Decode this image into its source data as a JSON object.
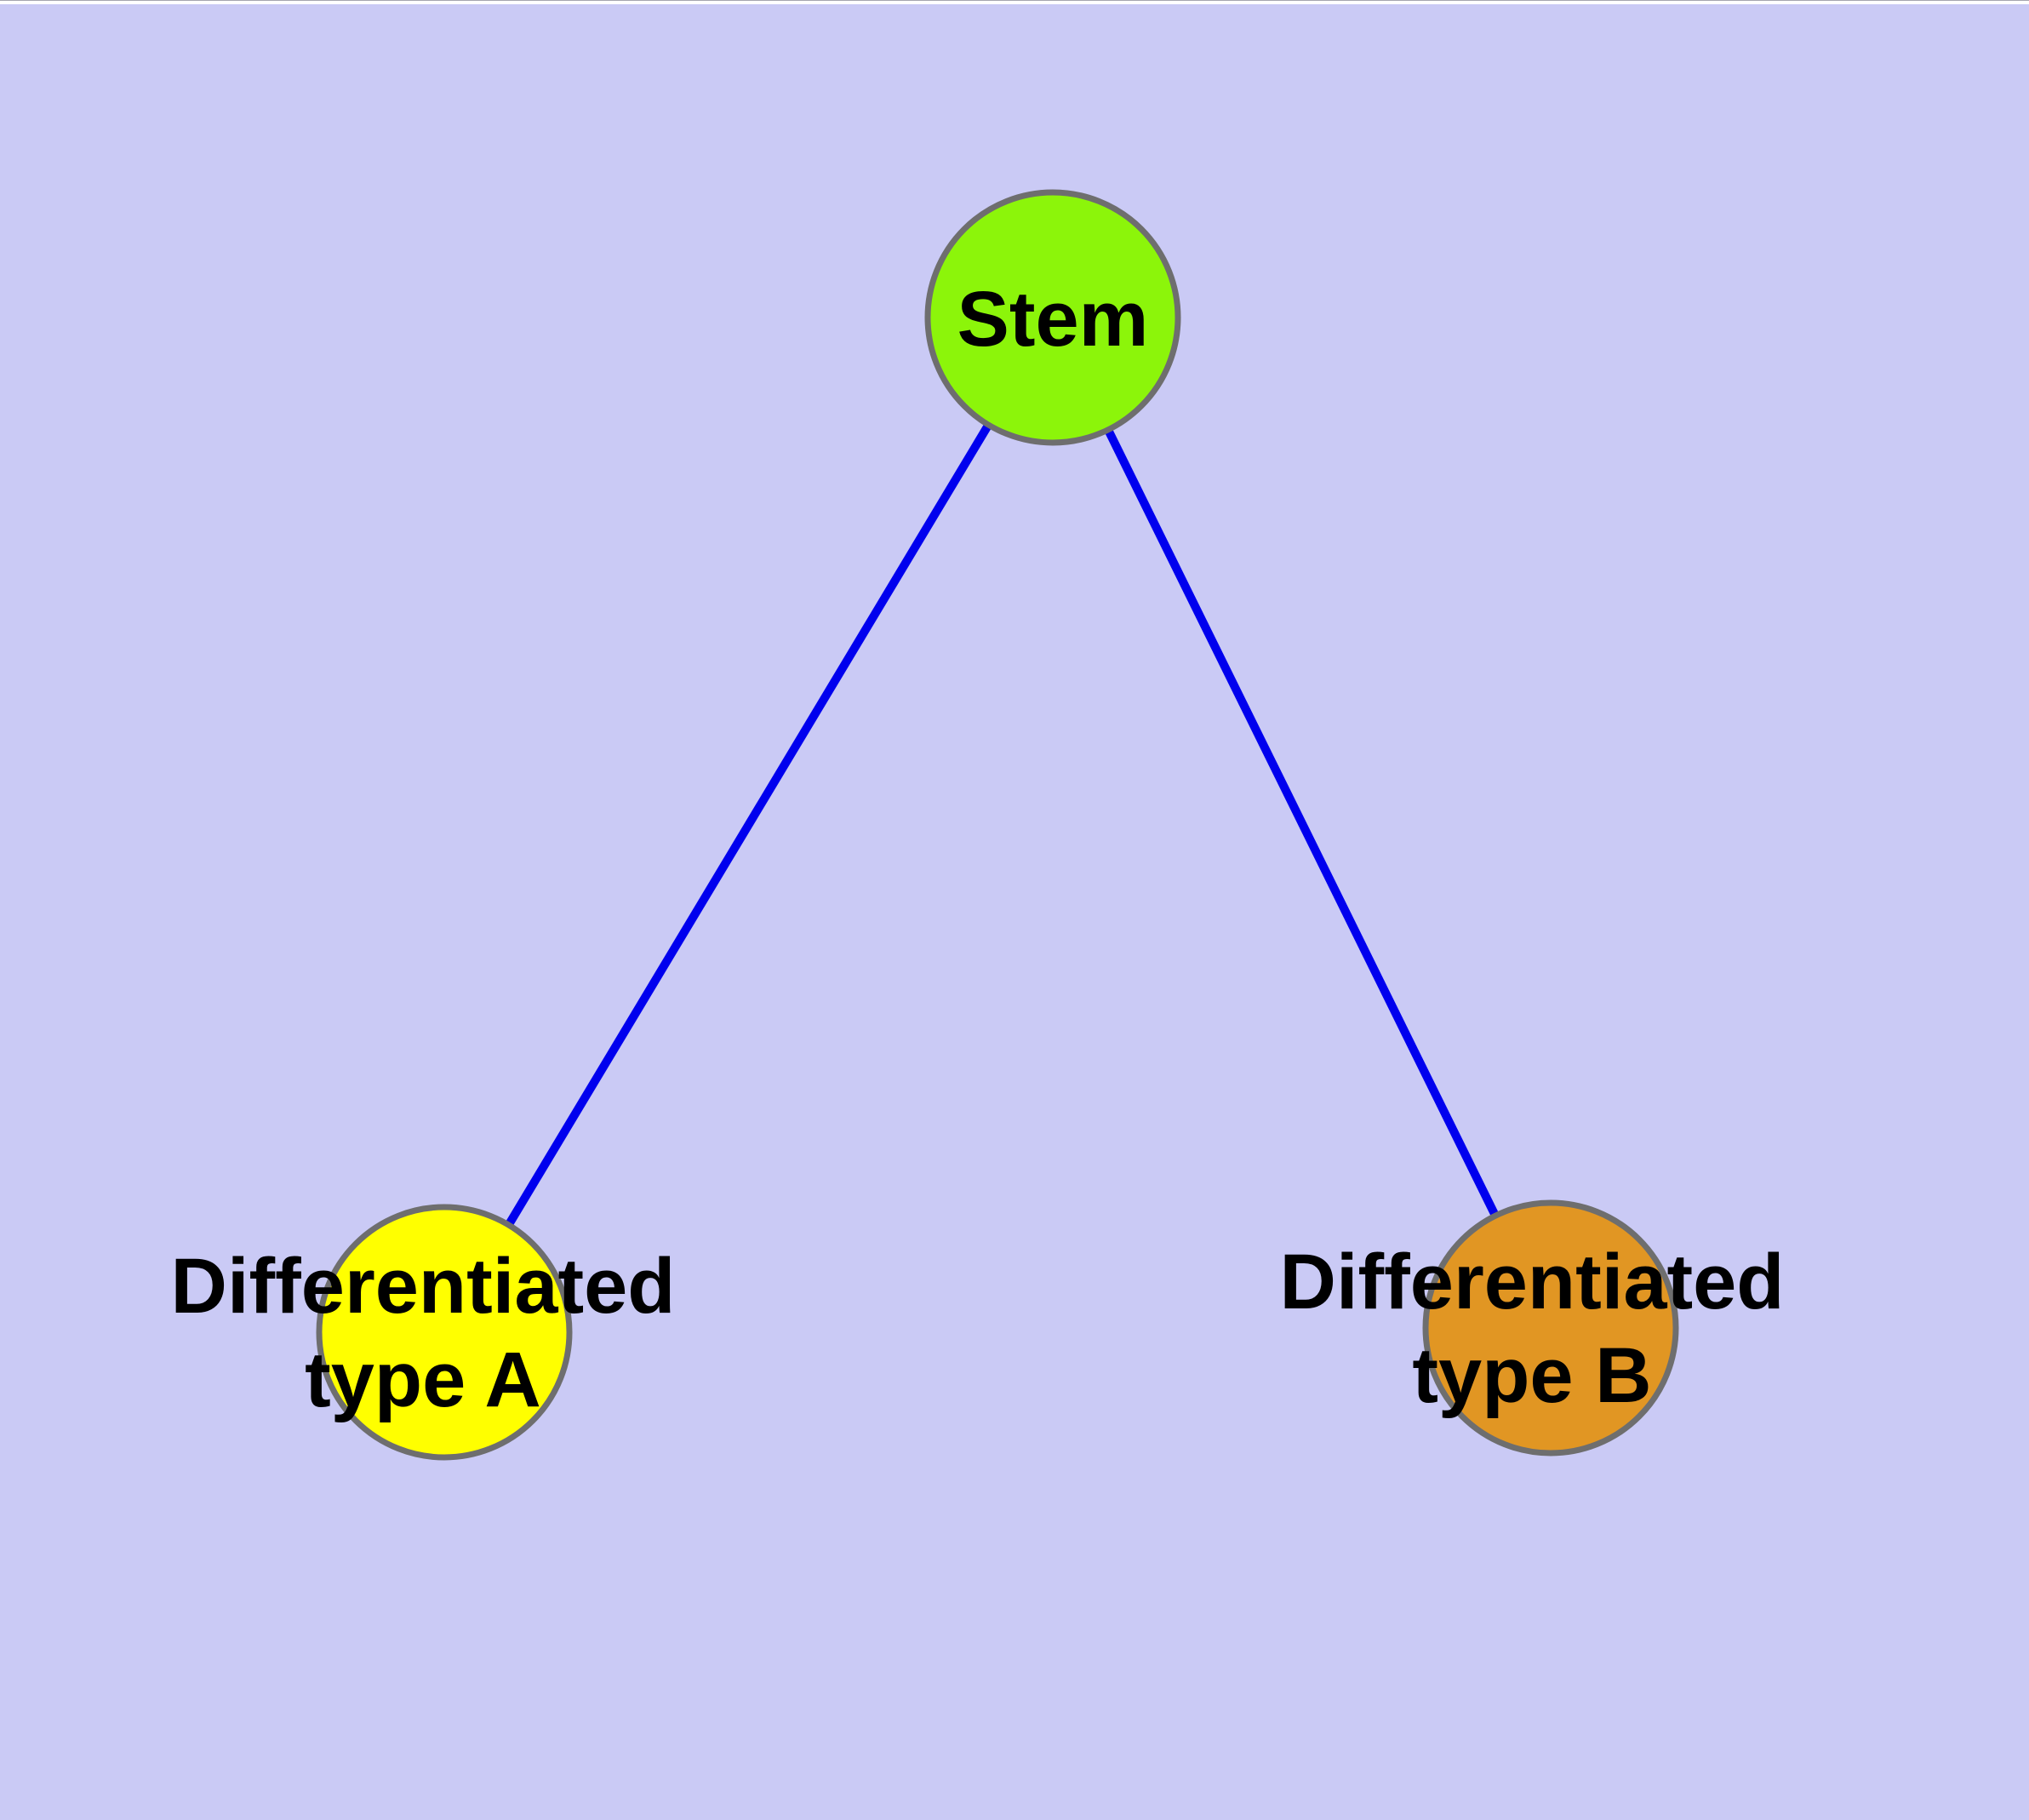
{
  "diagram": {
    "type": "graph",
    "background_color": "#CACAF5",
    "edge_color": "#0000EE",
    "node_border_color": "#6E6E6E",
    "text_color": "#000000",
    "nodes": [
      {
        "id": "stem",
        "label": "Stem",
        "fill": "#8CF50A"
      },
      {
        "id": "differentiated-type-a",
        "label_line1": "Differentiated",
        "label_line2": "type A",
        "fill": "#FFFF00"
      },
      {
        "id": "differentiated-type-b",
        "label_line1": "Differentiated",
        "label_line2": "type B",
        "fill": "#E19623"
      }
    ],
    "edges": [
      {
        "from": "Stem",
        "to": "Differentiated type A"
      },
      {
        "from": "Stem",
        "to": "Differentiated type B"
      }
    ]
  }
}
